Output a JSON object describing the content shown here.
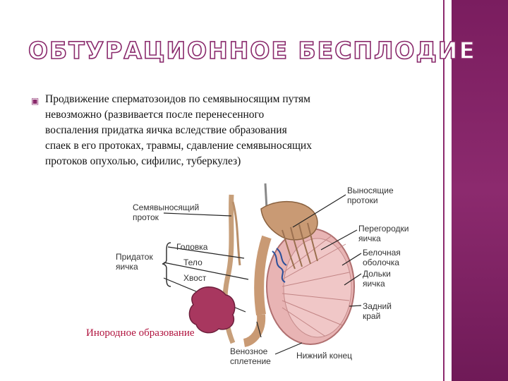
{
  "slide": {
    "title": "ОБТУРАЦИОННОЕ БЕСПЛОДИЕ",
    "bullet_icon": "square-bullet-icon",
    "body_text": "Продвижение сперматозоидов по семявыносящим путям невозможно (развивается после перенесенного воспаления придатка яичка вследствие образования спаек в его протоках, травмы, сдавление семявыносящих протоков опухолью, сифилис, туберкулез)",
    "accent_color": "#8a2a6c",
    "sidebar_color": "#7a1d5f"
  },
  "figure": {
    "labels": {
      "vas_deferens_1": "Семявыносящий",
      "vas_deferens_2": "проток",
      "appendage_1": "Придаток",
      "appendage_2": "яичка",
      "head": "Головка",
      "body": "Тело",
      "tail": "Хвост",
      "efferent_1": "Выносящие",
      "efferent_2": "протоки",
      "septa_1": "Перегородки",
      "septa_2": "яичка",
      "albuginea_1": "Белочная",
      "albuginea_2": "оболочка",
      "lobules_1": "Дольки",
      "lobules_2": "яичка",
      "posterior_1": "Задний",
      "posterior_2": "край",
      "venous_1": "Венозное",
      "venous_2": "сплетение",
      "lower_end": "Нижний конец"
    },
    "foreign_body_label": "Инородное образование",
    "foreign_body_color": "#a8375f"
  }
}
